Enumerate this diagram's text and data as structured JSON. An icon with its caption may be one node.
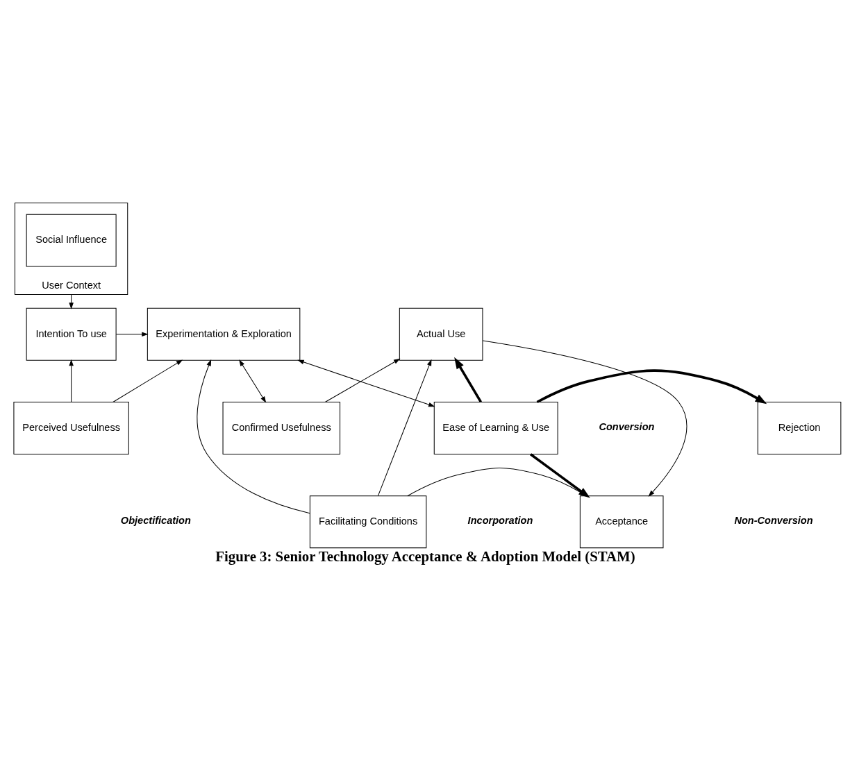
{
  "diagram": {
    "caption": "Figure 3: Senior Technology Acceptance & Adoption Model (STAM)",
    "nodes": [
      {
        "text": [
          "User Context"
        ]
      },
      {
        "text": [
          "Social Influence"
        ],
        "in": 0
      },
      {
        "text": [
          "Facilitating Conditions"
        ]
      },
      {
        "text": [
          "Acceptance"
        ]
      },
      {
        "text": [
          "Intention To use"
        ]
      },
      {
        "text": [
          "Experimentation & Exploration"
        ]
      },
      {
        "text": [
          "Actual Use"
        ]
      },
      {
        "text": [
          "Perceived Usefulness"
        ]
      },
      {
        "text": [
          "Confirmed Usefulness"
        ]
      },
      {
        "text": [
          "Ease of Learning & Use"
        ]
      },
      {
        "text": [
          "Rejection"
        ]
      }
    ],
    "edges": [
      {
        "from": 0,
        "to": 4,
        "arrow": "to"
      },
      {
        "from": 2,
        "to": 3,
        "arrow": "to"
      },
      {
        "from": 2,
        "to": 5,
        "arrow": "to"
      },
      {
        "from": 2,
        "to": 6,
        "arrow": "to"
      },
      {
        "from": 4,
        "to": 5,
        "arrow": "to"
      },
      {
        "from": 7,
        "to": 4,
        "arrow": "to"
      },
      {
        "from": 7,
        "to": 5,
        "arrow": "to"
      },
      {
        "from": 5,
        "to": 8,
        "arrow": "both"
      },
      {
        "from": 8,
        "to": 6,
        "arrow": "to"
      },
      {
        "from": 5,
        "to": 9,
        "arrow": "both"
      },
      {
        "from": 9,
        "to": 6,
        "arrow": "to",
        "style": "thick"
      },
      {
        "from": 9,
        "to": 3,
        "arrow": "to",
        "style": "thick"
      },
      {
        "from": 9,
        "to": 10,
        "arrow": "to",
        "style": "thick"
      },
      {
        "from": 6,
        "to": 3,
        "arrow": "to"
      }
    ],
    "labels": [
      "Conversion",
      "Objectification",
      "Incorporation",
      "Non-Conversion"
    ]
  }
}
